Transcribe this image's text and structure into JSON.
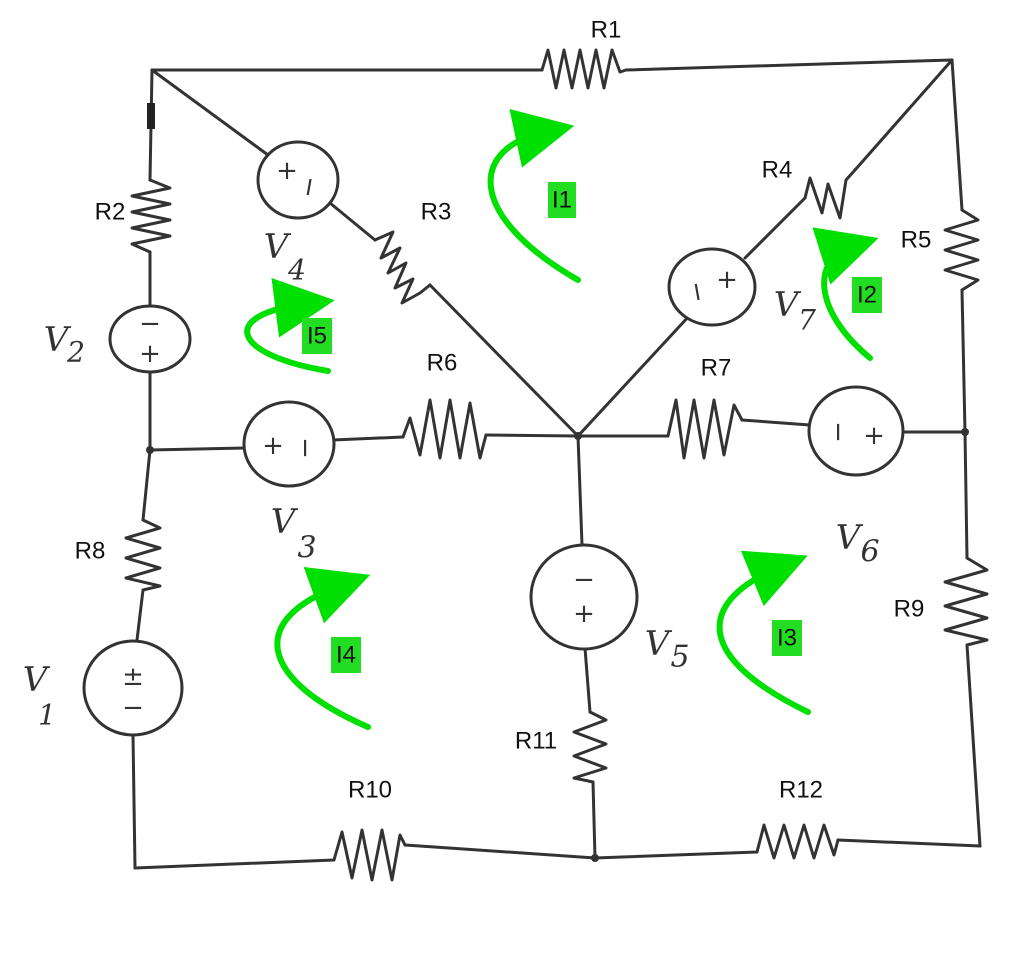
{
  "resistors": {
    "R1": "R1",
    "R2": "R2",
    "R3": "R3",
    "R4": "R4",
    "R5": "R5",
    "R6": "R6",
    "R7": "R7",
    "R8": "R8",
    "R9": "R9",
    "R10": "R10",
    "R11": "R11",
    "R12": "R12"
  },
  "sources": {
    "V1": {
      "label": "V",
      "sub": "1",
      "top_sign": "±",
      "bottom_sign": "−"
    },
    "V2": {
      "label": "V",
      "sub": "2",
      "top_sign": "−",
      "bottom_sign": "+"
    },
    "V3": {
      "label": "V",
      "sub": "3",
      "left_sign": "+",
      "right_sign": "−"
    },
    "V4": {
      "label": "V",
      "sub": "4",
      "left_sign": "+",
      "right_sign": "−"
    },
    "V5": {
      "label": "V",
      "sub": "5",
      "top_sign": "−",
      "bottom_sign": "+"
    },
    "V6": {
      "label": "V",
      "sub": "6",
      "left_sign": "−",
      "right_sign": "+"
    },
    "V7": {
      "label": "V",
      "sub": "7",
      "left_sign": "−",
      "right_sign": "+"
    }
  },
  "loops": {
    "I1": "I1",
    "I2": "I2",
    "I3": "I3",
    "I4": "I4",
    "I5": "I5"
  },
  "colors": {
    "wire": "#333333",
    "loop_arrow": "#00e000",
    "loop_label_bg": "#22dd22"
  }
}
